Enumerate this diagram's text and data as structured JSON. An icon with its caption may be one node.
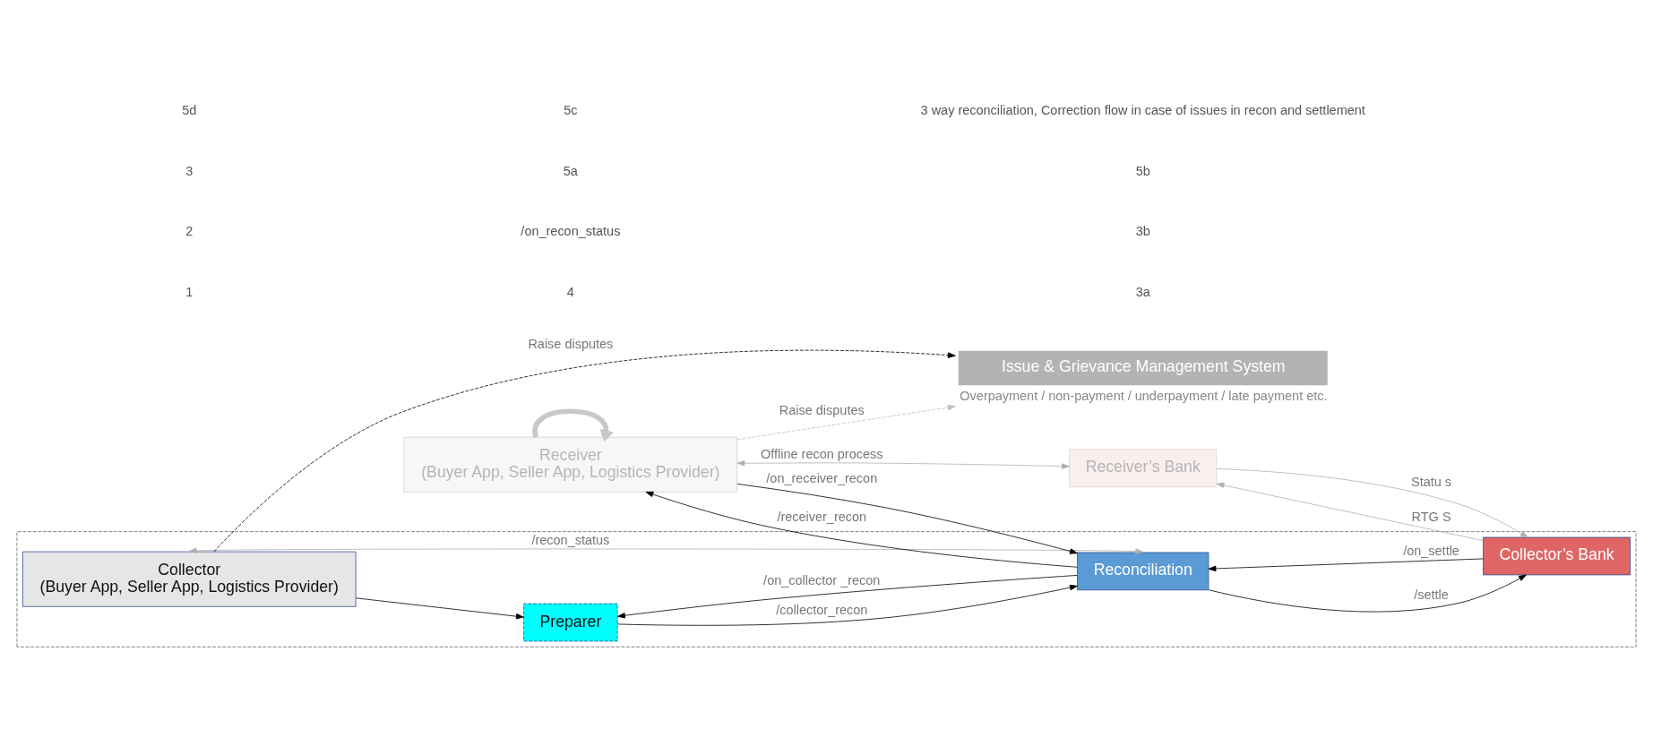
{
  "diagram": {
    "nodes": [
      {
        "text": [],
        "shape": "box"
      },
      {
        "text": [
          "Collector",
          "(Buyer App, Seller App, Logistics Provider)"
        ],
        "in": 0
      },
      {
        "text": [
          "Preparer"
        ],
        "in": 0
      },
      {
        "text": [
          "Reconciliation"
        ],
        "in": 0
      },
      {
        "text": [
          "Collector’s Bank"
        ],
        "in": 0
      },
      {
        "text": [
          "Receiver",
          "(Buyer App, Seller App, Logistics Provider)"
        ]
      },
      {
        "text": [
          "Receiver’s Bank"
        ]
      },
      {
        "text": [
          "Issue & Grievance Management System"
        ],
        "beside": [
          "Overpayment / non-payment / underpayment / late payment etc."
        ]
      }
    ],
    "edges": [
      {
        "from": 1,
        "to": 2,
        "arrow": "to"
      },
      {
        "from": 2,
        "to": 3,
        "arrow": "to",
        "label": "/collector_recon"
      },
      {
        "from": 3,
        "to": 4,
        "arrow": "to",
        "label": "/settle"
      },
      {
        "from": 4,
        "to": 3,
        "arrow": "to",
        "label": "/on_settle"
      },
      {
        "from": 3,
        "to": 2,
        "arrow": "to",
        "label": "/on_collector _recon"
      },
      {
        "from": 1,
        "to": 3,
        "arrow": "both",
        "label": "/recon_status",
        "color": "#b0b0b0"
      },
      {
        "from": 3,
        "to": 5,
        "arrow": "to",
        "label": "/receiver_recon"
      },
      {
        "from": 5,
        "to": 3,
        "arrow": "to",
        "label": "/on_receiver_recon"
      },
      {
        "from": 4,
        "to": 6,
        "arrow": "to",
        "label": "RTG S",
        "color": "#b0b0b0"
      },
      {
        "from": 6,
        "to": 4,
        "arrow": "to",
        "label": "Statu s",
        "color": "#b0b0b0"
      },
      {
        "from": 5,
        "to": 6,
        "arrow": "both",
        "label": "Offline recon process",
        "color": "#b0b0b0"
      },
      {
        "from": 1,
        "to": 7,
        "arrow": "to",
        "label": "Raise disputes",
        "style": "dashed"
      },
      {
        "from": 5,
        "to": 7,
        "arrow": "to",
        "label": "Raise disputes",
        "style": "dashed",
        "color": "#c0c0c0"
      },
      {
        "from": 5,
        "to": 5,
        "arrow": "to",
        "style": "thick",
        "color": "#c8c8c8"
      }
    ],
    "labels": [
      "1",
      "2",
      "3",
      "5d",
      "4",
      "/on_recon_status",
      "5a",
      "5c",
      "3a",
      "3b",
      "5b",
      "3 way reconciliation, Correction flow in case of issues in recon and settlement"
    ]
  }
}
